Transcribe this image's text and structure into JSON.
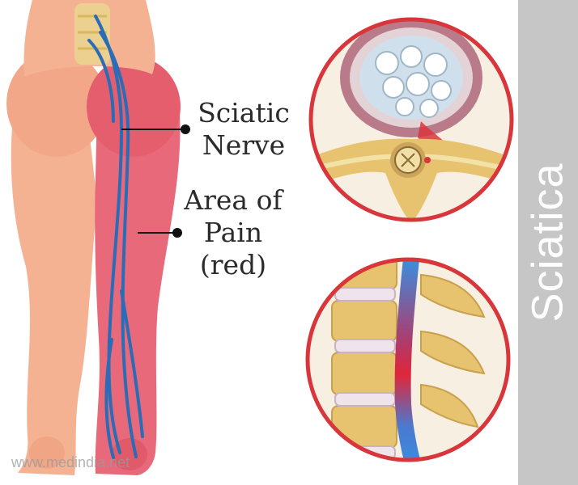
{
  "labels": {
    "sciatic_nerve": "Sciatic\nNerve",
    "area_of_pain": "Area of\nPain\n(red)"
  },
  "side_title": "Sciatica",
  "watermark": "www.medindia.net",
  "colors": {
    "skin": "#f4b293",
    "pain": "#e86a7a",
    "nerve": "#2a6cb6",
    "bone": "#e7c26f",
    "frame": "#d9363c",
    "banner": "#c6c6c6"
  }
}
